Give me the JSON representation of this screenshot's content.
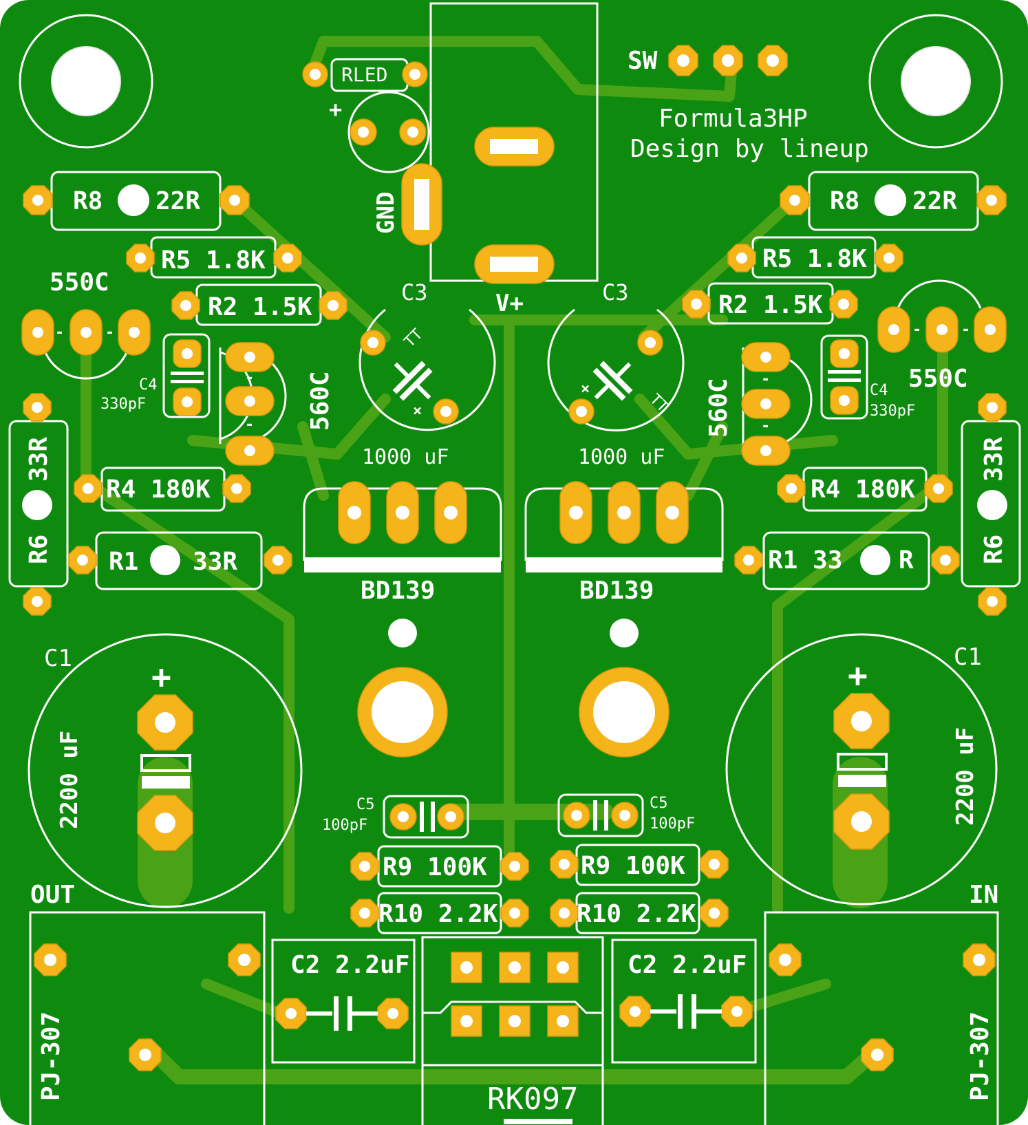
{
  "board": {
    "title": "Formula3HP",
    "credit": "Design by lineup",
    "colors": {
      "mask": "#0e8a0e",
      "copper": "#f4b41a",
      "silk": "#ffffff",
      "trace": "#4aa316"
    }
  },
  "labels": {
    "sw": "SW",
    "rled": "RLED",
    "plus": "+",
    "gnd": "GND",
    "vplus": "V+",
    "c3": "C3",
    "c3_value": "1000 uF",
    "transistor_550": "550C",
    "transistor_560": "560C",
    "c4": "C4",
    "c4_value": "330pF",
    "r8": "R8",
    "r8_value": "22R",
    "r5": "R5 1.8K",
    "r2": "R2 1.5K",
    "r4": "R4 180K",
    "r6": "R6",
    "r6_value": "33R",
    "r1": "R1",
    "r1_value": "33R",
    "r1_right_a": "R1 33",
    "r1_right_b": "R",
    "bd139": "BD139",
    "c1": "C1",
    "c1_value": "2200 uF",
    "c5": "C5",
    "c5_value": "100pF",
    "r9": "R9 100K",
    "r10": "R10 2.2K",
    "c2": "C2 2.2uF",
    "out": "OUT",
    "in": "IN",
    "jack": "PJ-307",
    "pot": "RK097",
    "cap_mark_neg": "-",
    "cap_mark_x": "×",
    "cap_mark_tt": "TT"
  }
}
